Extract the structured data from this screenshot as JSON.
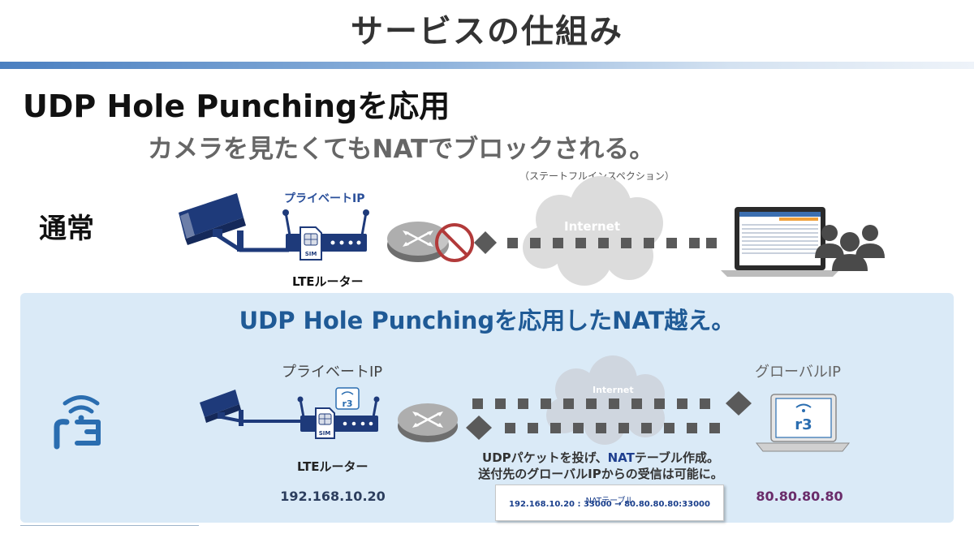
{
  "slide": {
    "title": "サービスの仕組み",
    "heading": "UDP Hole Punchingを応用",
    "subheading": "カメラを見たくてもNATでブロックされる。",
    "spi_note": "（ステートフルインスペクション）"
  },
  "normal": {
    "label": "通常",
    "private_ip_label": "プライベートIP",
    "sim_label": "SIM",
    "router_label": "LTEルーター",
    "cloud_label": "Internet"
  },
  "punch": {
    "title": "UDP Hole Punchingを応用したNAT越え。",
    "private_ip_label": "プライベートIP",
    "global_ip_label": "グローバルIP",
    "sim_label": "SIM",
    "router_label": "LTEルーター",
    "cloud_label": "Internet",
    "caption1_pre": "UDPパケットを投げ、",
    "caption1_nat": "NAT",
    "caption1_post": "テーブル作成。",
    "caption2": "送付先のグローバルIPからの受信は可能に。",
    "private_address": "192.168.10.20",
    "global_address": "80.80.80.80",
    "nat_table_title": "NATテーブル",
    "nat_table_entry": "192.168.10.20 : 33000 → 80.80.80.80:33000",
    "logo_text": "r3"
  },
  "colors": {
    "navy": "#1e3a7a",
    "accent_blue": "#2a4f9a",
    "panel": "#daeaf7",
    "block_red": "#b23a3a",
    "dots": "#5a5a5a"
  }
}
